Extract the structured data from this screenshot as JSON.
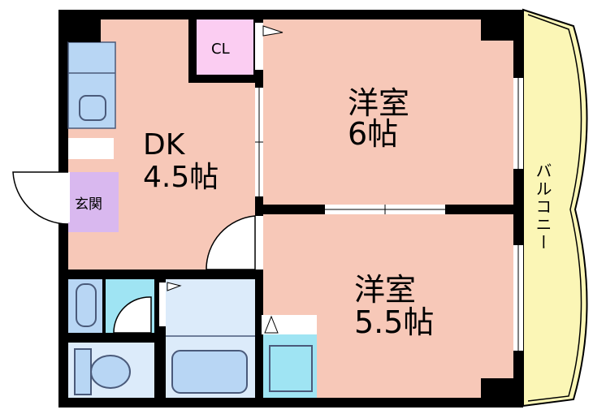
{
  "rooms": {
    "dk": {
      "name": "DK",
      "size": "4.5帖"
    },
    "western1": {
      "name": "洋室",
      "size": "6帖"
    },
    "western2": {
      "name": "洋室",
      "size": "5.5帖"
    },
    "closet": {
      "name": "CL"
    },
    "entrance": {
      "name": "玄関"
    },
    "balcony": {
      "name": "バルコニー"
    }
  },
  "colors": {
    "wall": "#000000",
    "room_pink": "#f7c8b8",
    "balcony": "#fbf6b6",
    "closet": "#fbcdf2",
    "entrance": "#d9b8ef",
    "fixture_blue": "#b8d6f4",
    "fixture_cyan": "#9fe4f3",
    "fixture_stroke": "#4a5a7a"
  }
}
